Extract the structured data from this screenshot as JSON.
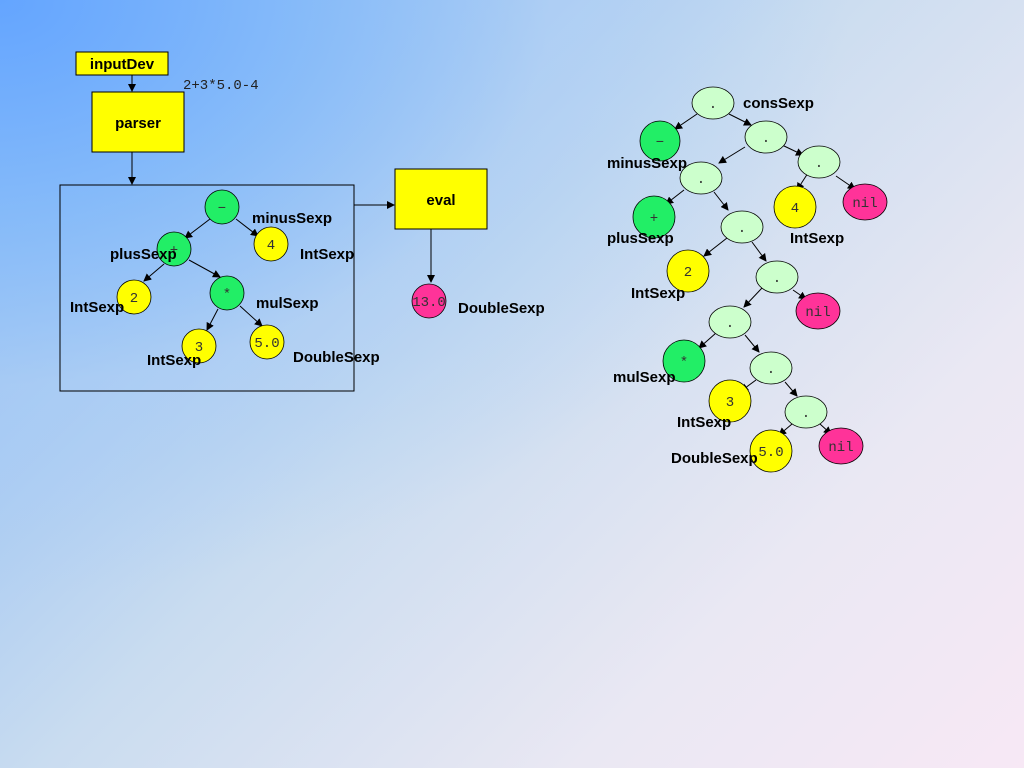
{
  "colors": {
    "yellow": "#ffff00",
    "green": "#22ee66",
    "light_green": "#ccffcc",
    "pink": "#ff3399",
    "arrow": "#000000"
  },
  "pipeline": {
    "input_device": "inputDev",
    "input_expression": "2+3*5.0-4",
    "parser": "parser",
    "eval": "eval",
    "result_value": "13.0",
    "result_type": "DoubleSexp"
  },
  "ast": {
    "minus": {
      "symbol": "−",
      "type": "minusSexp"
    },
    "plus": {
      "symbol": "+",
      "type": "plusSexp"
    },
    "four": {
      "value": "4",
      "type": "IntSexp"
    },
    "two": {
      "value": "2",
      "type": "IntSexp"
    },
    "mul": {
      "symbol": "*",
      "type": "mulSexp"
    },
    "three": {
      "value": "3",
      "type": "IntSexp"
    },
    "five": {
      "value": "5.0",
      "type": "DoubleSexp"
    }
  },
  "cons_tree": {
    "cons_dot": ".",
    "cons_type": "consSexp",
    "minus": {
      "symbol": "−",
      "type": "minusSexp"
    },
    "plus": {
      "symbol": "+",
      "type": "plusSexp"
    },
    "four": {
      "value": "4",
      "type": "IntSexp"
    },
    "nil1": "nil",
    "two": {
      "value": "2",
      "type": "IntSexp"
    },
    "nil2": "nil",
    "mul": {
      "symbol": "*",
      "type": "mulSexp"
    },
    "three": {
      "value": "3",
      "type": "IntSexp"
    },
    "five": {
      "value": "5.0",
      "type": "DoubleSexp"
    },
    "nil3": "nil"
  }
}
